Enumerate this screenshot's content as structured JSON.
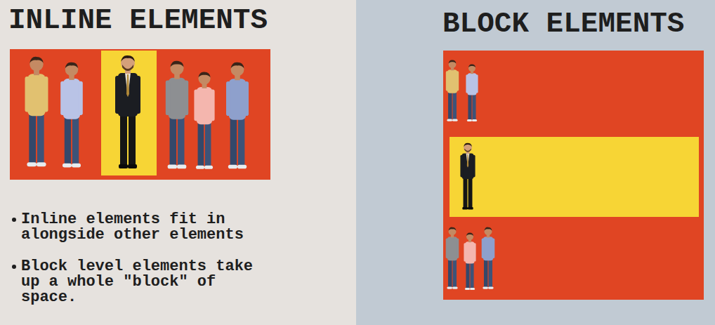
{
  "diagram": {
    "labels": [
      "INLINE ELEMENTS",
      "BLOCK ELEMENTS",
      "Inline elements fit in alongside other elements",
      "Block level elements take up a whole \"block\" of space."
    ]
  }
}
